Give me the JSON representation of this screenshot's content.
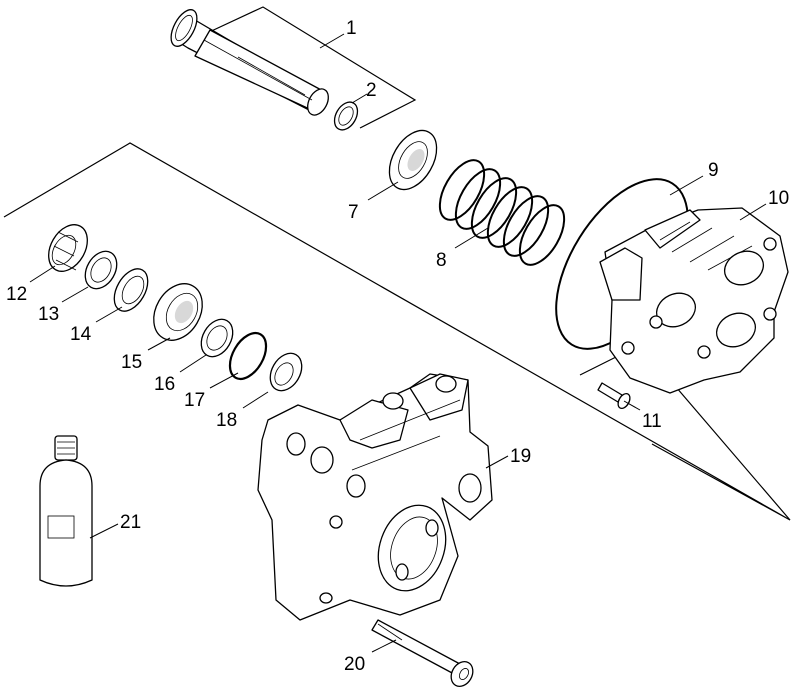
{
  "labels": [
    "1",
    "2",
    "7",
    "8",
    "9",
    "10",
    "11",
    "12",
    "13",
    "14",
    "15",
    "16",
    "17",
    "18",
    "19",
    "20",
    "21"
  ]
}
